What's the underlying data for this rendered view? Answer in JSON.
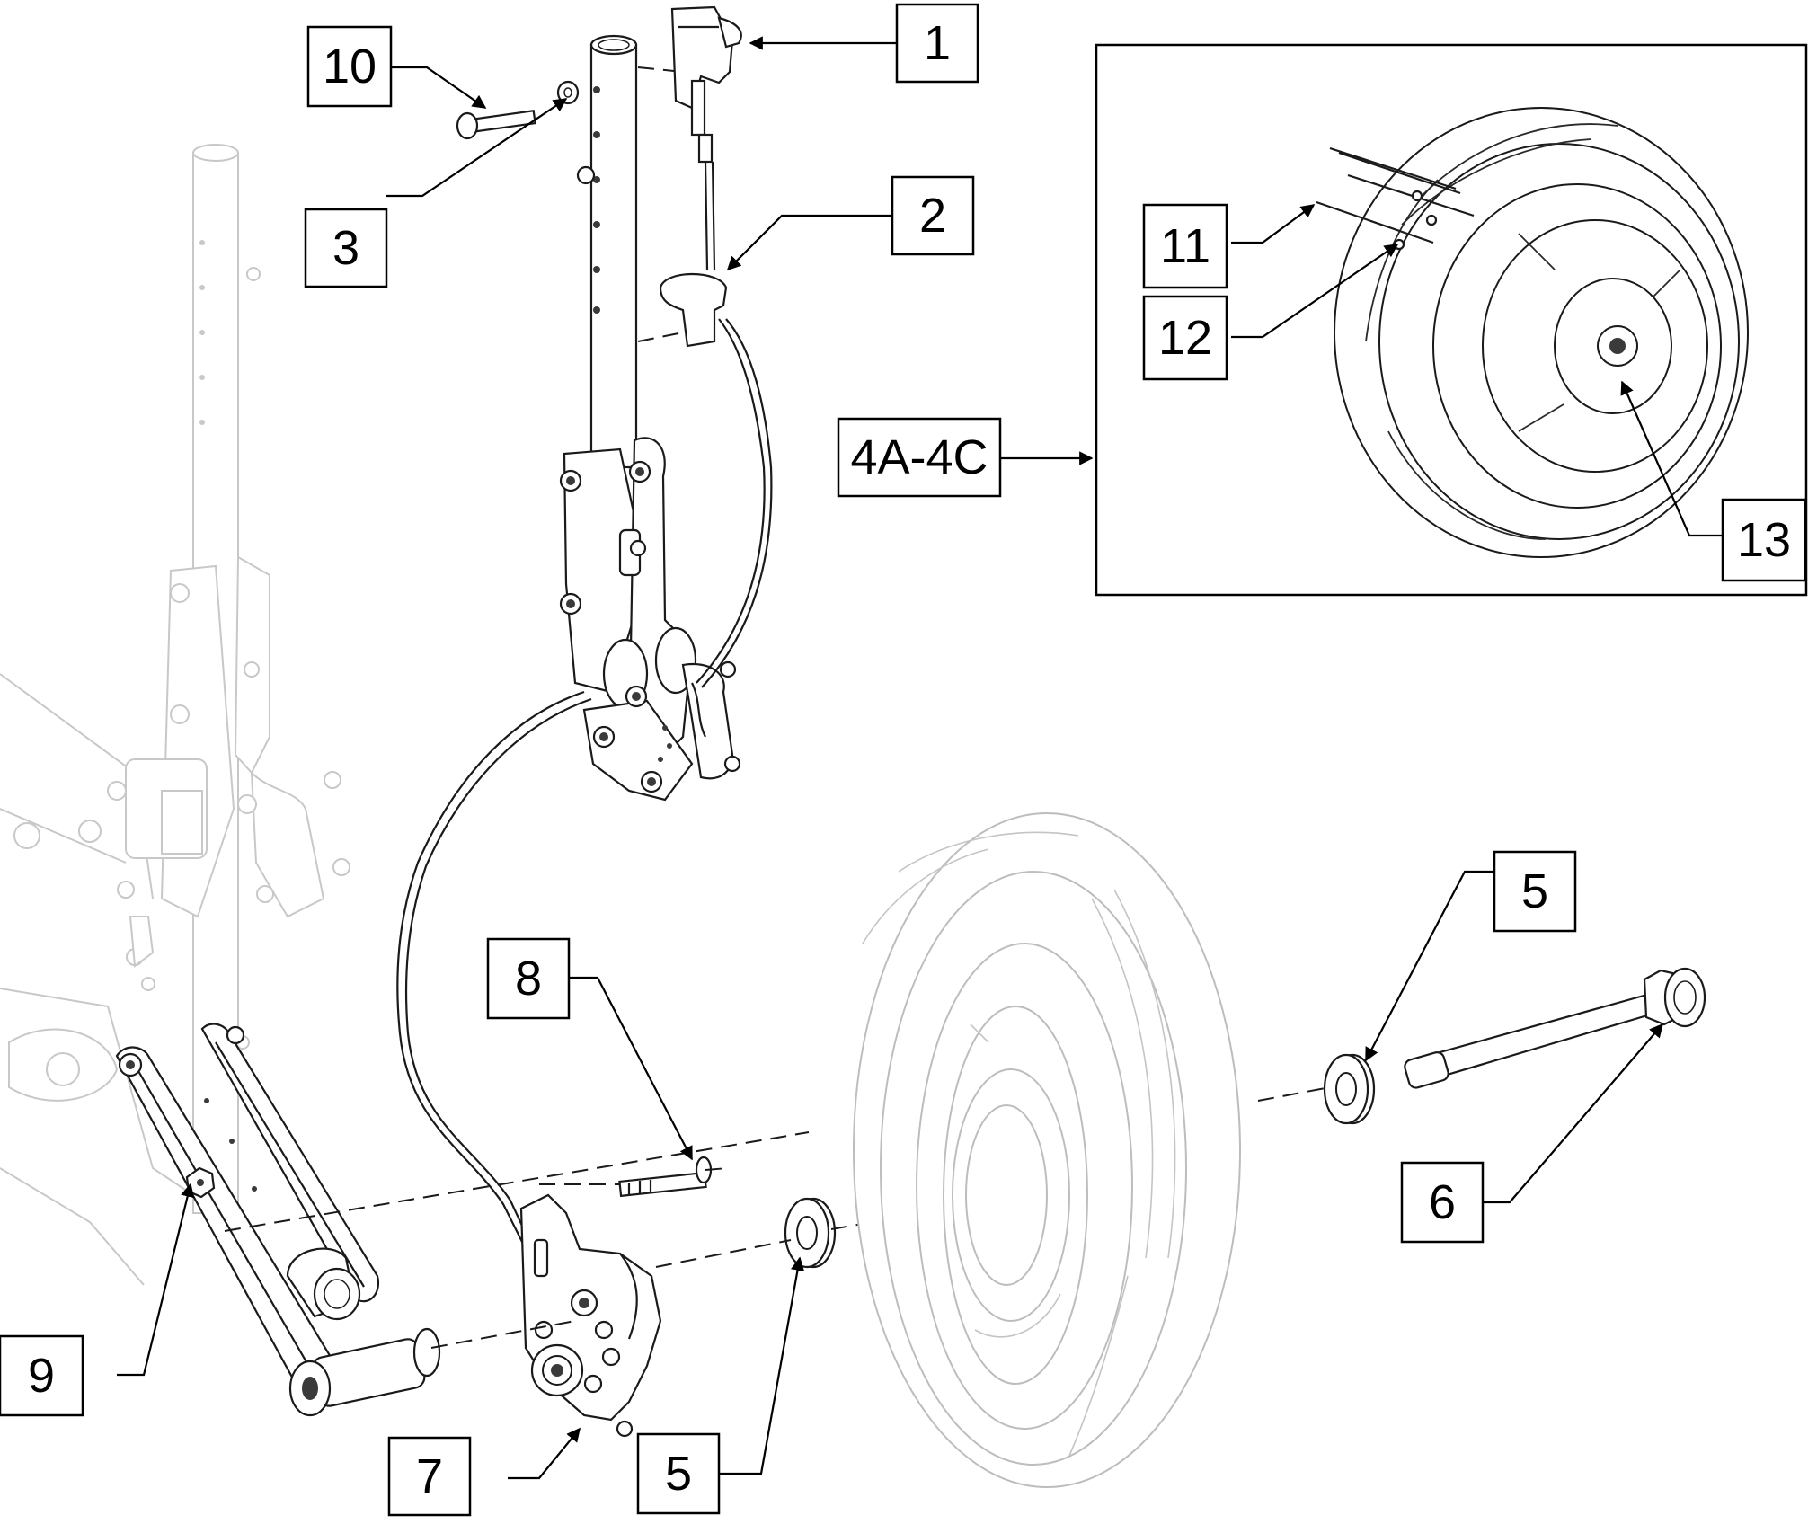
{
  "callouts": {
    "c1": "1",
    "c2": "2",
    "c3": "3",
    "c4": "4A-4C",
    "c5a": "5",
    "c5b": "5",
    "c6": "6",
    "c7": "7",
    "c8": "8",
    "c9": "9",
    "c10": "10",
    "c11": "11",
    "c12": "12",
    "c13": "13"
  }
}
